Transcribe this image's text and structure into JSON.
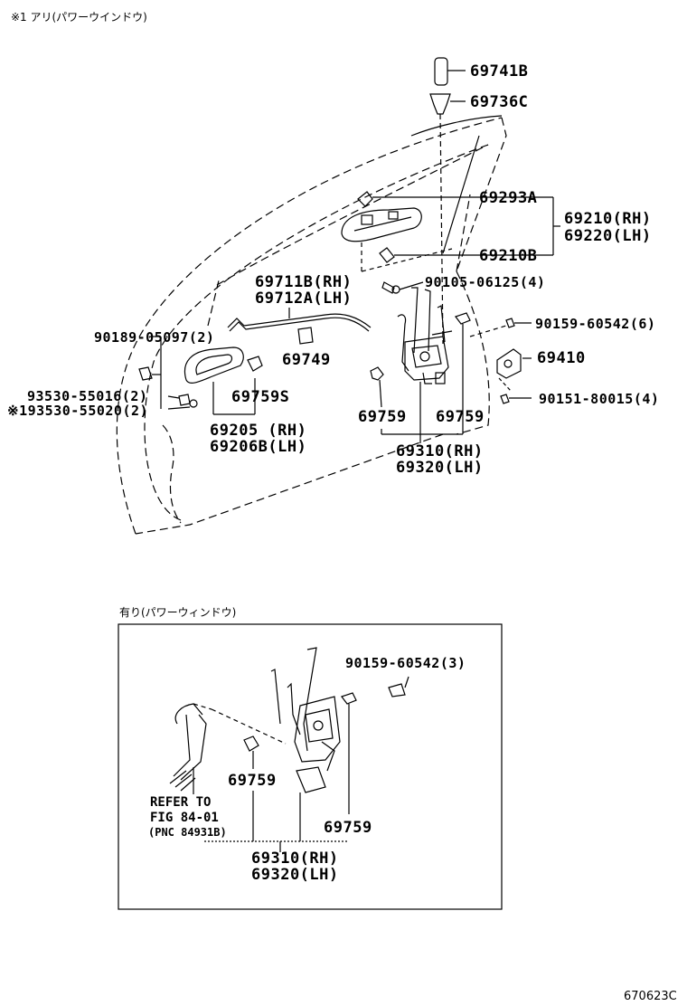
{
  "header_note": "※1 アリ(パワーウインドウ)",
  "inset_note": "有り(パワーウィンドウ)",
  "labels": {
    "p69741B": "69741B",
    "p69736C": "69736C",
    "p69293A": "69293A",
    "p69210RH": "69210(RH)",
    "p69220LH": "69220(LH)",
    "p69210B": "69210B",
    "p69711B": "69711B(RH)",
    "p69712A": "69712A(LH)",
    "p90105": "90105-06125(4)",
    "p90159a": "90159-60542(6)",
    "p90189": "90189-05097(2)",
    "p69749": "69749",
    "p69410": "69410",
    "p93530a": "93530-55016(2)",
    "p93530b": "※193530-55020(2)",
    "p69759S": "69759S",
    "p90151": "90151-80015(4)",
    "p69759a": "69759",
    "p69759b": "69759",
    "p69205": "69205 (RH)",
    "p69206B": "69206B(LH)",
    "p69310": "69310(RH)",
    "p69320": "69320(LH)",
    "p90159b": "90159-60542(3)",
    "p69759c": "69759",
    "p69759d": "69759",
    "p69310b": "69310(RH)",
    "p69320b": "69320(LH)"
  },
  "refer": {
    "line1": "REFER TO",
    "line2": "FIG 84-01",
    "line3": "(PNC 84931B)"
  },
  "diagram_code": "670623C"
}
